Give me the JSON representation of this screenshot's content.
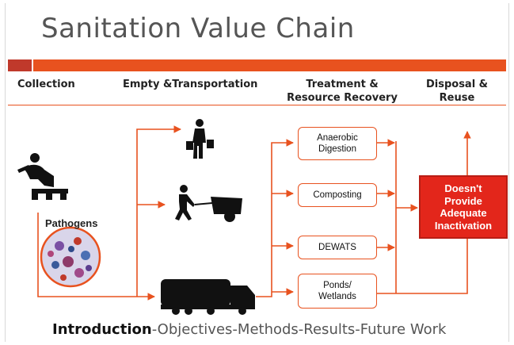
{
  "title": "Sanitation Value Chain",
  "columns": {
    "collection": "Collection",
    "empty_transport": "Empty &Transportation",
    "treatment_line1": "Treatment &",
    "treatment_line2": "Resource Recovery",
    "disposal_line1": "Disposal &",
    "disposal_line2": "Reuse"
  },
  "treatment_boxes": [
    {
      "line1": "Anaerobic",
      "line2": "Digestion"
    },
    {
      "line1": "Composting",
      "line2": ""
    },
    {
      "line1": "DEWATS",
      "line2": ""
    },
    {
      "line1": "Ponds/",
      "line2": "Wetlands"
    }
  ],
  "pathogens_label": "Pathogens",
  "warning": {
    "line1": "Doesn't",
    "line2": "Provide",
    "line3": "Adequate",
    "line4": "Inactivation"
  },
  "footer": {
    "current": "Introduction",
    "rest": "-Objectives-Methods-Results-Future Work"
  },
  "colors": {
    "accent": "#e8521f",
    "warning_bg": "#e3261b",
    "title": "#555555"
  },
  "icons": [
    "squatting-person-icon",
    "person-carrying-buckets-icon",
    "person-pushing-cart-icon",
    "vacuum-truck-icon",
    "pathogen-microscope-icon"
  ]
}
